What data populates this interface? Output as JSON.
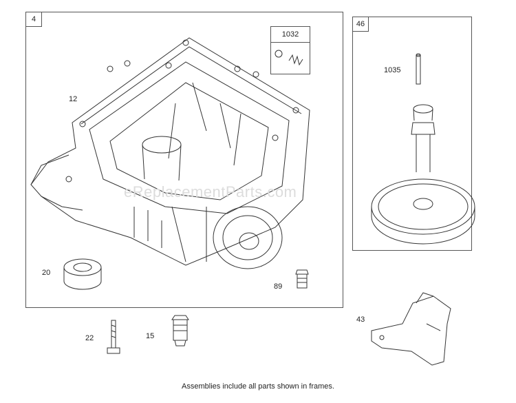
{
  "frames": {
    "main": {
      "id": "4"
    },
    "camshaft": {
      "id": "46"
    },
    "sub": {
      "id": "1032"
    }
  },
  "callouts": {
    "p12": "12",
    "p20": "20",
    "p89": "89",
    "p1035": "1035",
    "p43": "43",
    "p22": "22",
    "p15": "15"
  },
  "watermark": "eReplacementParts.com",
  "footer": "Assemblies include all parts shown in frames."
}
